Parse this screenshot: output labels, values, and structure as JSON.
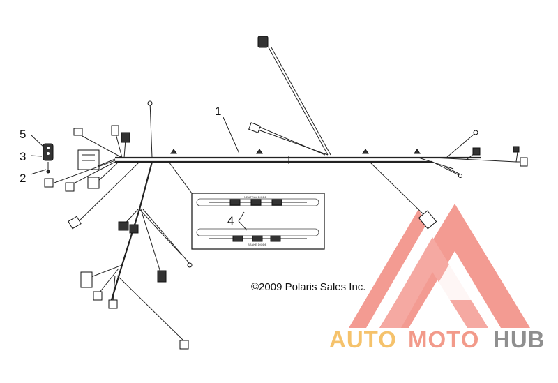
{
  "callouts": {
    "c1": "1",
    "c2": "2",
    "c3": "3",
    "c4": "4",
    "c5": "5"
  },
  "copyright": "©2009 Polaris Sales Inc.",
  "inset": {
    "top_label": "NEUTRAL DIODE",
    "bottom_label": "BRAKE DIODE"
  },
  "watermark": {
    "part1": "AUTO",
    "part2": "MOTO",
    "part3": "HUB",
    "color1": "#f5c26b",
    "color2": "#f29a8a",
    "color3": "#8f8f8f",
    "logo_color": "#f28a80"
  }
}
